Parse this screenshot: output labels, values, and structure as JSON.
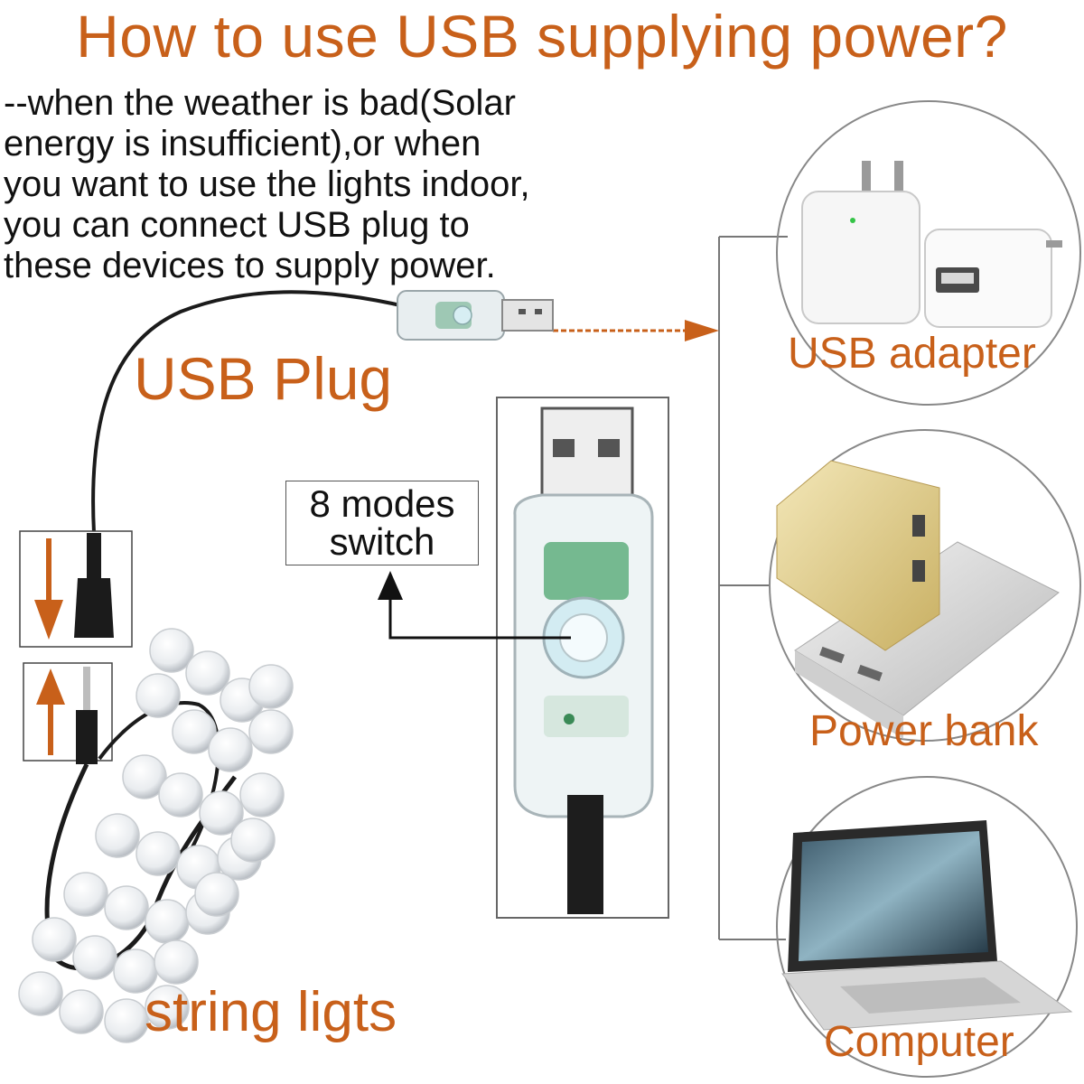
{
  "title": "How to use USB supplying power?",
  "intro": [
    "--when the weather is bad(Solar",
    "energy is insufficient),or when",
    "you want to use the lights indoor,",
    "you can connect USB plug to",
    "these devices to supply power."
  ],
  "labels": {
    "usb_plug": "USB Plug",
    "modes_line1": "8 modes",
    "modes_line2": "switch",
    "string_lights": "string ligts",
    "usb_adapter": "USB adapter",
    "power_bank": "Power bank",
    "computer": "Computer"
  },
  "icons": [
    "usb-adapter-icon",
    "power-bank-icon",
    "laptop-icon",
    "usb-plug-icon",
    "string-lights-icon",
    "connector-icon"
  ],
  "colors": {
    "accent": "#c8601a",
    "text": "#111111",
    "line": "#666666"
  }
}
